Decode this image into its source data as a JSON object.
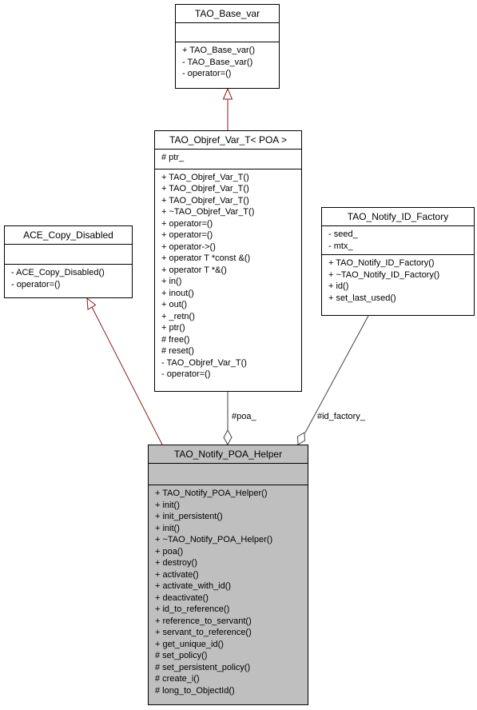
{
  "nodes": {
    "tao_base_var": {
      "name": "TAO_Base_var",
      "attributes": [],
      "methods": [
        "+ TAO_Base_var()",
        "- TAO_Base_var()",
        "- operator=()"
      ]
    },
    "tao_objref_var_t": {
      "name": "TAO_Objref_Var_T< POA >",
      "attributes": [
        "# ptr_"
      ],
      "methods": [
        "+ TAO_Objref_Var_T()",
        "+ TAO_Objref_Var_T()",
        "+ TAO_Objref_Var_T()",
        "+ ~TAO_Objref_Var_T()",
        "+ operator=()",
        "+ operator=()",
        "+ operator->()",
        "+ operator T *const &()",
        "+ operator T *&()",
        "+ in()",
        "+ inout()",
        "+ out()",
        "+ _retn()",
        "+ ptr()",
        "# free()",
        "# reset()",
        "- TAO_Objref_Var_T()",
        "- operator=()"
      ]
    },
    "ace_copy_disabled": {
      "name": "ACE_Copy_Disabled",
      "attributes": [],
      "methods": [
        "- ACE_Copy_Disabled()",
        "- operator=()"
      ]
    },
    "tao_notify_id_factory": {
      "name": "TAO_Notify_ID_Factory",
      "attributes": [
        "- seed_",
        "- mtx_"
      ],
      "methods": [
        "+ TAO_Notify_ID_Factory()",
        "+ ~TAO_Notify_ID_Factory()",
        "+ id()",
        "+ set_last_used()"
      ]
    },
    "tao_notify_poa_helper": {
      "name": "TAO_Notify_POA_Helper",
      "attributes": [],
      "methods": [
        "+ TAO_Notify_POA_Helper()",
        "+ init()",
        "+ init_persistent()",
        "+ init()",
        "+ ~TAO_Notify_POA_Helper()",
        "+ poa()",
        "+ destroy()",
        "+ activate()",
        "+ activate_with_id()",
        "+ deactivate()",
        "+ id_to_reference()",
        "+ reference_to_servant()",
        "+ servant_to_reference()",
        "+ get_unique_id()",
        "# set_policy()",
        "# set_persistent_policy()",
        "# create_i()",
        "# long_to_ObjectId()"
      ]
    }
  },
  "edges": {
    "poa_label": "#poa_",
    "id_factory_label": "#id_factory_"
  },
  "colors": {
    "inheritance": "#8b1a1a",
    "association": "#404040",
    "focus_fill": "#bfbfbf"
  }
}
